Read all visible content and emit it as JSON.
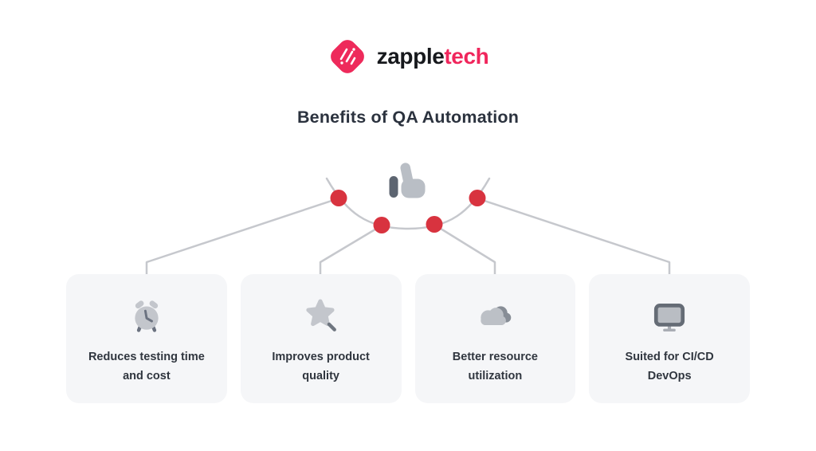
{
  "brand": {
    "logo_icon": "zappletech-logo-icon",
    "wordmark_black": "zapple",
    "wordmark_pink": "tech"
  },
  "header": {
    "title": "Benefits of QA Automation"
  },
  "hero": {
    "icon": "thumbs-up-icon"
  },
  "connectors": {
    "node_count": 4,
    "dot_color": "#D8333F",
    "line_color": "#C6C8CD"
  },
  "cards": [
    {
      "icon": "alarm-clock-icon",
      "label": "Reduces testing time and cost"
    },
    {
      "icon": "magic-star-icon",
      "label": "Improves product quality"
    },
    {
      "icon": "cloud-icon",
      "label": "Better resource utilization"
    },
    {
      "icon": "monitor-icon",
      "label": "Suited for CI/CD DevOps"
    }
  ],
  "colors": {
    "brand_pink": "#EE2A5B",
    "title_text": "#2B323E",
    "card_background": "#F5F6F8",
    "card_text": "#30363F",
    "icon_light_gray": "#C3C6CC",
    "icon_dark_gray": "#6B7280",
    "connector_gray": "#C6C8CD",
    "dot_red": "#D8333F",
    "page_background": "#FFFFFF"
  }
}
